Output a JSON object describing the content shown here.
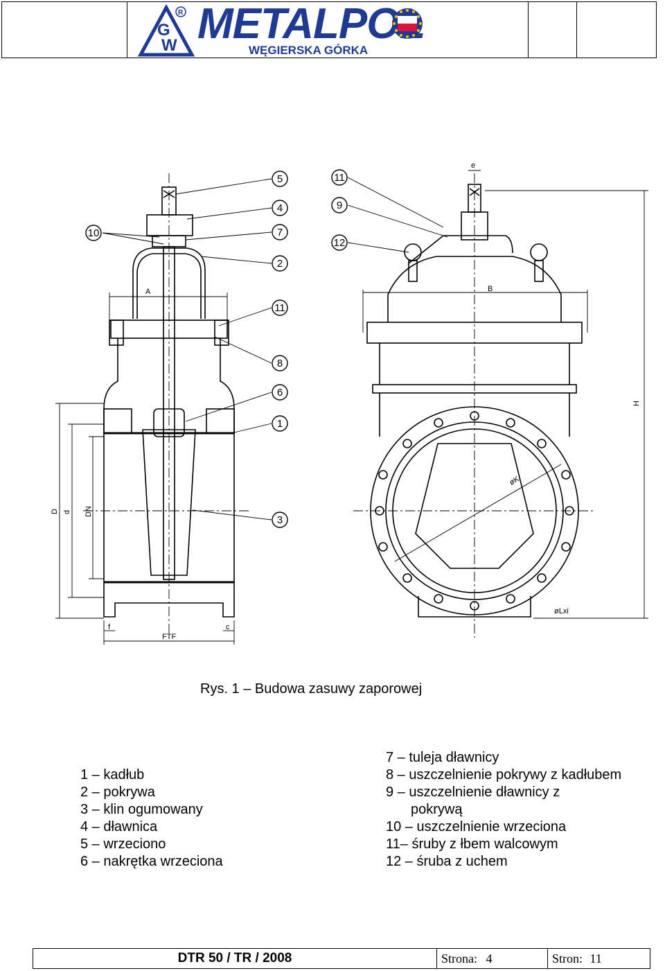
{
  "header": {
    "brand": "METALPOL",
    "subbrand": "WĘGIERSKA GÓRKA",
    "logo_letters": "GW",
    "registered_mark": "R",
    "brand_color": "#1f3a93",
    "flag_colors": [
      "#ffffff",
      "#dc143c"
    ],
    "eu_star_color": "#f2c200"
  },
  "drawing": {
    "callouts": [
      "5",
      "4",
      "7",
      "2",
      "11",
      "8",
      "6",
      "1",
      "3",
      "10",
      "11",
      "9",
      "12"
    ],
    "dimension_labels": {
      "A": "A",
      "B": "B",
      "H": "H",
      "D": "D",
      "d": "d",
      "DN": "DN",
      "FTF": "FTF",
      "f": "f",
      "c": "c",
      "K": "øK",
      "L": "øLxi",
      "e": "e"
    }
  },
  "caption": "Rys. 1 – Budowa zasuwy zaporowej",
  "legend": {
    "left": [
      "1 – kadłub",
      "2 – pokrywa",
      "3 – klin ogumowany",
      "4 – dławnica",
      "5 – wrzeciono",
      "6 – nakrętka wrzeciona"
    ],
    "right": [
      "7 – tuleja dławnicy",
      "8 – uszczelnienie pokrywy z kadłubem",
      "9 – uszczelnienie dławnicy z",
      "pokrywą",
      "10 – uszczelnienie wrzeciona",
      "11– śruby z łbem walcowym",
      "12 – śruba z uchem"
    ]
  },
  "footer": {
    "doc_id": "DTR  50 / TR / 2008",
    "page_label": "Strona:",
    "page_number": "4",
    "total_label": "Stron:",
    "total_pages": "11"
  }
}
